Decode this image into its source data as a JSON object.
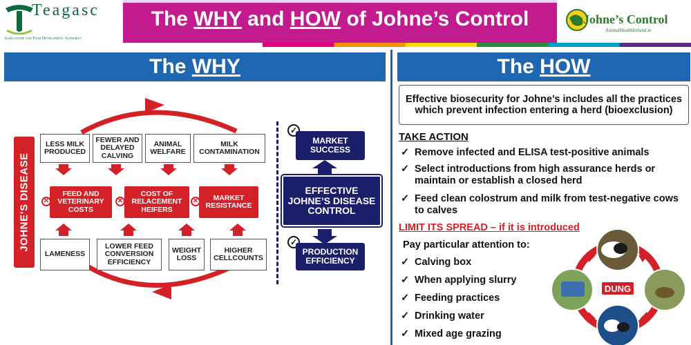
{
  "header": {
    "org_name": "Teagasc",
    "org_tagline": "Agriculture and Food Development Authority",
    "title_parts": [
      "The ",
      "WHY",
      " and ",
      "HOW",
      " of Johne’s Control"
    ],
    "partner_name": "Johne’s Control",
    "partner_url": "AnimalHealthIreland.ie",
    "stripe_colors": [
      "#e3007a",
      "#f39200",
      "#ffdd00",
      "#2e8b3e",
      "#00a0c6",
      "#5b2a86"
    ]
  },
  "why": {
    "heading_prefix": "The ",
    "heading_key": "WHY",
    "disease_label": "JOHNE’S DISEASE",
    "top_effects": [
      "LESS MILK PRODUCED",
      "FEWER AND DELAYED CALVING",
      "ANIMAL WELFARE",
      "MILK CONTAMINATION"
    ],
    "costs": [
      "FEED AND VETERINARY COSTS",
      "COST OF RELACEMENT HEIFERS",
      "MARKET RESISTANCE"
    ],
    "bottom_effects": [
      "LAMENESS",
      "LOWER FEED CONVERSION EFFICIENCY",
      "WEIGHT LOSS",
      "HIGHER CELLCOUNTS"
    ],
    "control_outcomes": {
      "market": "MARKET SUCCESS",
      "center": "EFFECTIVE JOHNE’S DISEASE CONTROL",
      "production": "PRODUCTION EFFICIENCY"
    },
    "colors": {
      "red": "#d42027",
      "navy": "#1b1f6b"
    }
  },
  "how": {
    "heading_prefix": "The ",
    "heading_key": "HOW",
    "biosecurity_text": "Effective biosecurity for Johne’s includes all the practices which prevent infection entering a herd (bioexclusion)",
    "take_action_heading": "TAKE  ACTION",
    "actions": [
      "Remove infected and ELISA test-positive animals",
      "Select introductions from high assurance herds or maintain or establish a closed herd",
      "Feed clean colostrum and milk from test-negative cows to calves"
    ],
    "limit_heading": "LIMIT ITS SPREAD – if it is introduced",
    "attention_heading": "Pay particular attention to:",
    "spread_items": [
      "Calving box",
      "When applying slurry",
      "Feeding practices",
      "Drinking water",
      "Mixed age grazing"
    ],
    "cycle_center_label": "DUNG",
    "tick_glyph": "✓",
    "colors": {
      "blue": "#1f67b1",
      "magenta": "#c21a8f"
    }
  }
}
